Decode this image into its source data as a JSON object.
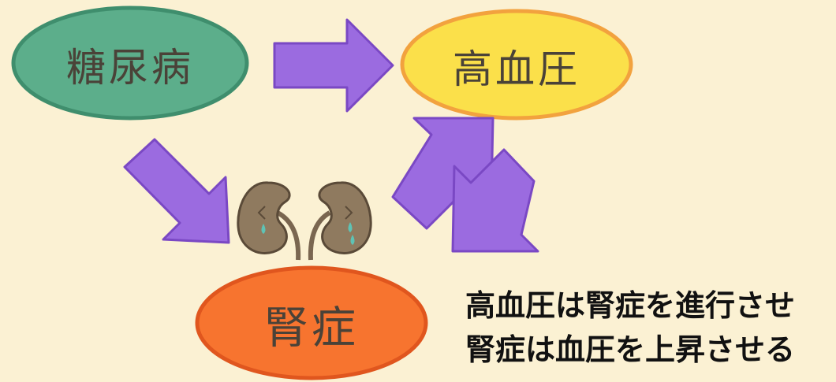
{
  "nodes": {
    "diabetes": {
      "label": "糖尿病",
      "fill": "#5cae8b",
      "stroke": "#3f8e6d"
    },
    "hypertension": {
      "label": "高血圧",
      "fill": "#fbe04a",
      "stroke": "#f2a23e"
    },
    "kidney_disease": {
      "label": "腎症",
      "fill": "#f7742f",
      "stroke": "#e0561e"
    }
  },
  "arrow_color": "#9b6be0",
  "arrow_stroke": "#7a48c4",
  "kidney_color": "#8f7a5f",
  "tear_color": "#5ec3b5",
  "caption": {
    "line1": "高血圧は腎症を進行させ",
    "line2": "腎症は血圧を上昇させる"
  }
}
